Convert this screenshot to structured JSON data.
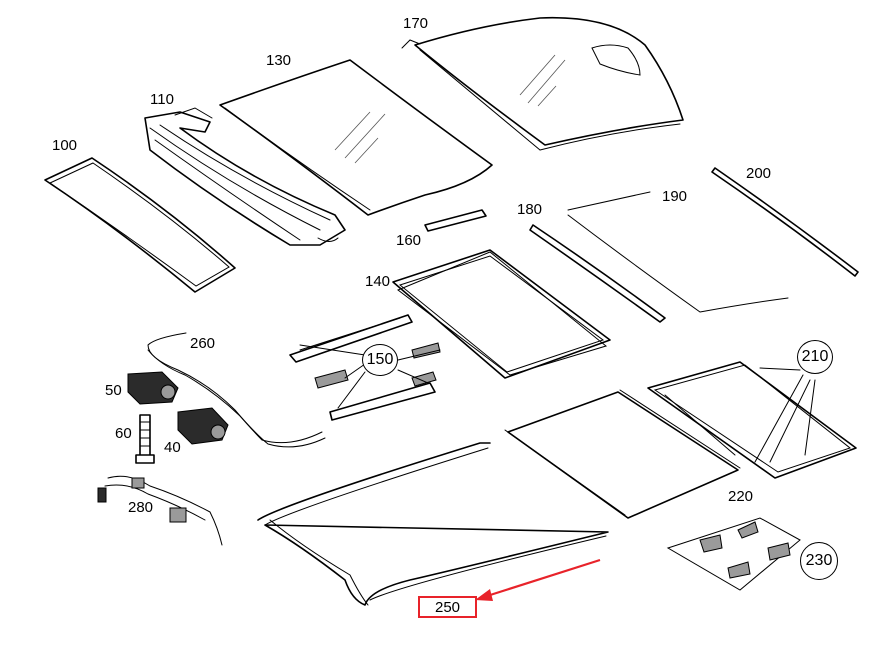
{
  "diagram": {
    "labels": {
      "p100": "100",
      "p110": "110",
      "p130": "130",
      "p170": "170",
      "p200": "200",
      "p190": "190",
      "p180": "180",
      "p160": "160",
      "p140": "140",
      "p260": "260",
      "p150": "150",
      "p50": "50",
      "p60": "60",
      "p40": "40",
      "p210": "210",
      "p280": "280",
      "p220": "220",
      "p230": "230",
      "p250": "250"
    },
    "highlight": {
      "label": "250",
      "color": "#e8232a"
    },
    "line_color": "#000000"
  }
}
